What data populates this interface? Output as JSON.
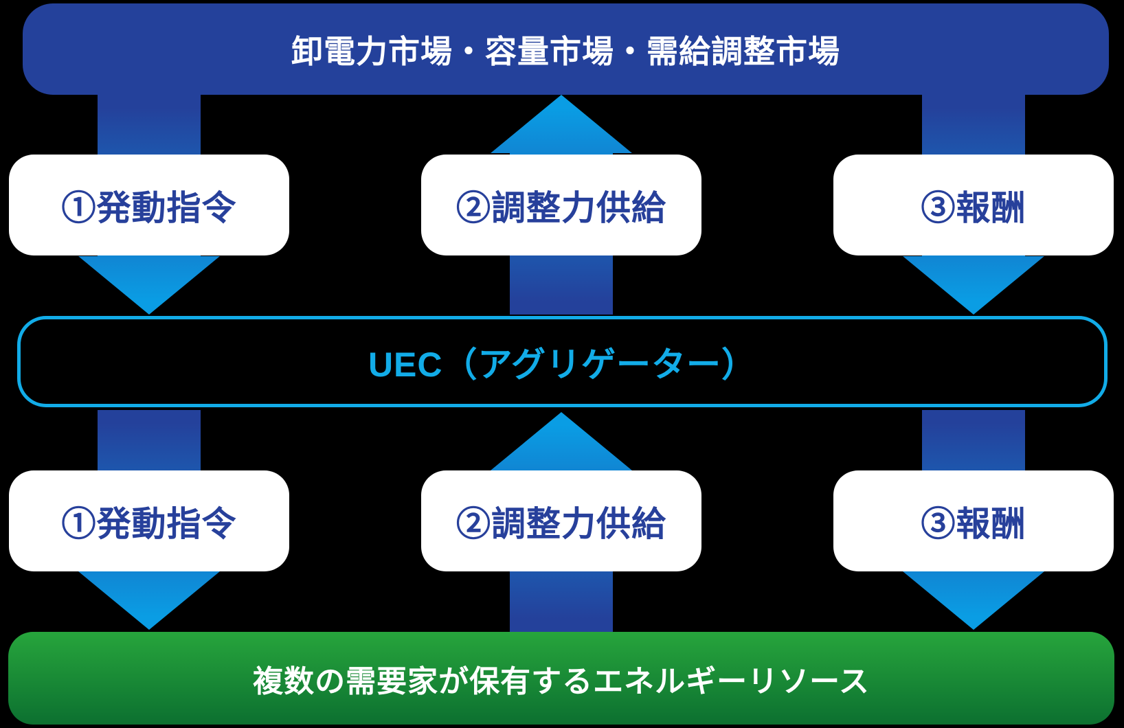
{
  "diagram": {
    "top_bar": {
      "label": "卸電力市場・容量市場・需給調整市場"
    },
    "uec_bar": {
      "label": "UEC（アグリゲーター）"
    },
    "bottom_bar": {
      "label": "複数の需要家が保有するエネルギーリソース"
    },
    "upper_flow": {
      "activation": {
        "label": "①発動指令",
        "direction": "down"
      },
      "supply": {
        "label": "②調整力供給",
        "direction": "up"
      },
      "reward": {
        "label": "③報酬",
        "direction": "down"
      }
    },
    "lower_flow": {
      "activation": {
        "label": "①発動指令",
        "direction": "down"
      },
      "supply": {
        "label": "②調整力供給",
        "direction": "up"
      },
      "reward": {
        "label": "③報酬",
        "direction": "down"
      }
    },
    "colors": {
      "navy": "#24419b",
      "arrow_cyan": "#0a9de4",
      "uec_cyan": "#12ace8",
      "label_text_navy": "#27409b",
      "green_top": "#27a53c",
      "green_bottom": "#0c7030",
      "box_white": "#ffffff",
      "background": "#000000"
    }
  }
}
